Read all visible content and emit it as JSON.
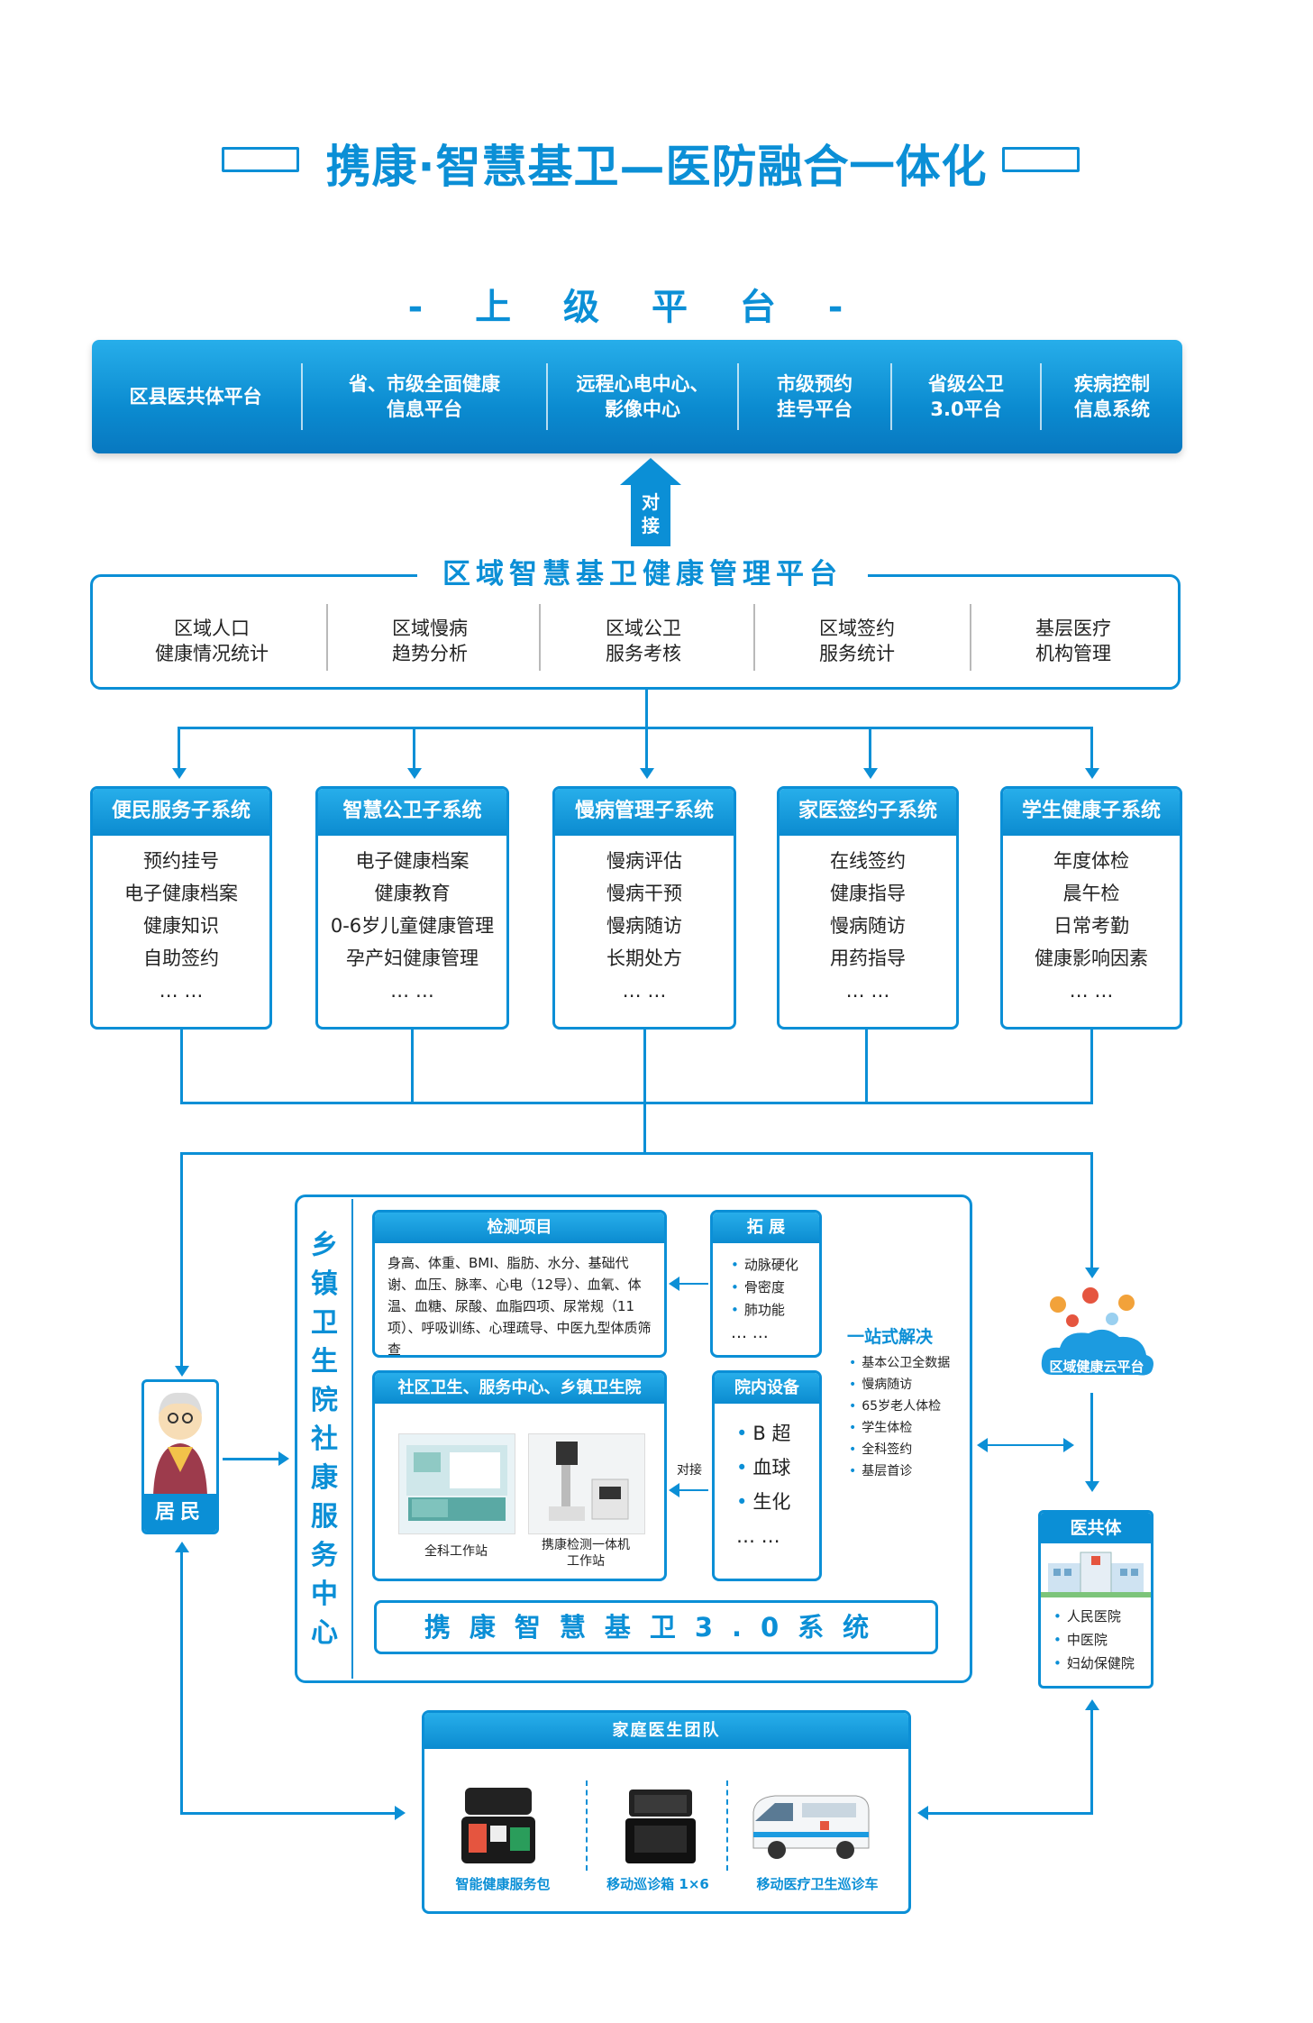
{
  "title": "携康·智慧基卫—医防融合一体化",
  "upper_platform": {
    "label": "- 上 级 平 台 -",
    "items": [
      "区县医共体平台",
      "省、市级全面健康\n信息平台",
      "远程心电中心、\n影像中心",
      "市级预约\n挂号平台",
      "省级公卫\n3.0平台",
      "疾病控制\n信息系统"
    ]
  },
  "connect_label_vertical": "对\n接",
  "regional_platform": {
    "title": "区域智慧基卫健康管理平台",
    "items": [
      "区域人口\n健康情况统计",
      "区域慢病\n趋势分析",
      "区域公卫\n服务考核",
      "区域签约\n服务统计",
      "基层医疗\n机构管理"
    ]
  },
  "subsystems": [
    {
      "title": "便民服务子系统",
      "items": [
        "预约挂号",
        "电子健康档案",
        "健康知识",
        "自助签约",
        "… …"
      ]
    },
    {
      "title": "智慧公卫子系统",
      "items": [
        "电子健康档案",
        "健康教育",
        "0-6岁儿童健康管理",
        "孕产妇健康管理",
        "… …"
      ]
    },
    {
      "title": "慢病管理子系统",
      "items": [
        "慢病评估",
        "慢病干预",
        "慢病随访",
        "长期处方",
        "… …"
      ]
    },
    {
      "title": "家医签约子系统",
      "items": [
        "在线签约",
        "健康指导",
        "慢病随访",
        "用药指导",
        "… …"
      ]
    },
    {
      "title": "学生健康子系统",
      "items": [
        "年度体检",
        "晨午检",
        "日常考勤",
        "健康影响因素",
        "… …"
      ]
    }
  ],
  "center": {
    "vertical_title": [
      "乡",
      "镇",
      "卫",
      "生",
      "院",
      "社",
      "康",
      "服",
      "务",
      "中",
      "心"
    ],
    "detection": {
      "title": "检测项目",
      "text": "身高、体重、BMI、脂肪、水分、基础代谢、血压、脉率、心电（12导）、血氧、体温、血糖、尿酸、血脂四项、尿常规（11项）、呼吸训练、心理疏导、中医九型体质筛查"
    },
    "expand": {
      "title": "拓 展",
      "items": [
        "动脉硬化",
        "骨密度",
        "肺功能",
        "… …"
      ]
    },
    "community": {
      "title": "社区卫生、服务中心、乡镇卫生院",
      "captions": [
        "全科工作站",
        "携康检测一体机\n工作站"
      ]
    },
    "connect_label": "对接",
    "equipment": {
      "title": "院内设备",
      "items": [
        "B 超",
        "血球",
        "生化",
        "… …"
      ]
    },
    "onestop": {
      "title": "一站式解决",
      "items": [
        "基本公卫全数据",
        "慢病随访",
        "65岁老人体检",
        "学生体检",
        "全科签约",
        "基层首诊"
      ]
    },
    "system_name": "携康智慧基卫3.0系统"
  },
  "resident": {
    "label": "居民"
  },
  "cloud": {
    "label": "区域健康云平台"
  },
  "medical_group": {
    "title": "医共体",
    "items": [
      "人民医院",
      "中医院",
      "妇幼保健院"
    ]
  },
  "family_team": {
    "title": "家庭医生团队",
    "items": [
      "智能健康服务包",
      "移动巡诊箱 1×6",
      "移动医疗卫生巡诊车"
    ]
  },
  "colors": {
    "primary": "#0b8fd6",
    "header_gradient_top": "#27aeea"
  }
}
